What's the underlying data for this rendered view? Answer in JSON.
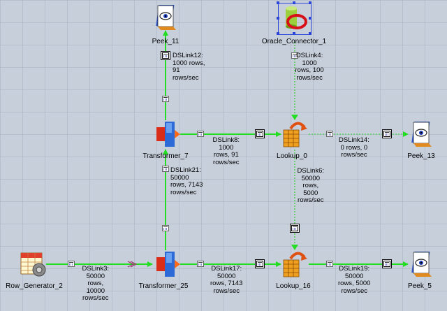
{
  "stages": {
    "peek_11": {
      "label": "Peek_11",
      "icon": "peek-icon"
    },
    "oracle_connector_1": {
      "label": "Oracle_Connector_1",
      "icon": "database-icon"
    },
    "transformer_7": {
      "label": "Transformer_7",
      "icon": "transformer-icon"
    },
    "lookup_0": {
      "label": "Lookup_0",
      "icon": "lookup-icon"
    },
    "peek_13": {
      "label": "Peek_13",
      "icon": "peek-icon"
    },
    "row_generator_2": {
      "label": "Row_Generator_2",
      "icon": "row-generator-icon"
    },
    "transformer_25": {
      "label": "Transformer_25",
      "icon": "transformer-icon"
    },
    "lookup_16": {
      "label": "Lookup_16",
      "icon": "lookup-icon"
    },
    "peek_5": {
      "label": "Peek_5",
      "icon": "peek-icon"
    }
  },
  "links": {
    "dslink12": "DSLink12:\n1000 rows,\n91\nrows/sec",
    "dslink4": "DSLink4:\n1000\nrows, 100\nrows/sec",
    "dslink8": "DSLink8:\n1000\nrows, 91\nrows/sec",
    "dslink14": "DSLink14:\n0 rows, 0\nrows/sec",
    "dslink21": "DSLink21:\n50000\nrows, 7143\nrows/sec",
    "dslink6": "DSLink6:\n50000\nrows,\n5000\nrows/sec",
    "dslink3": "DSLink3:\n50000\nrows,\n10000\nrows/sec",
    "dslink17": "DSLink17:\n50000\nrows, 7143\nrows/sec",
    "dslink19": "DSLink19:\n50000\nrows, 5000\nrows/sec"
  },
  "colors": {
    "canvas": "#c7cfdb",
    "link_active": "#22dd22",
    "link_reference": "#55cc55",
    "selection": "#2c45d8"
  }
}
